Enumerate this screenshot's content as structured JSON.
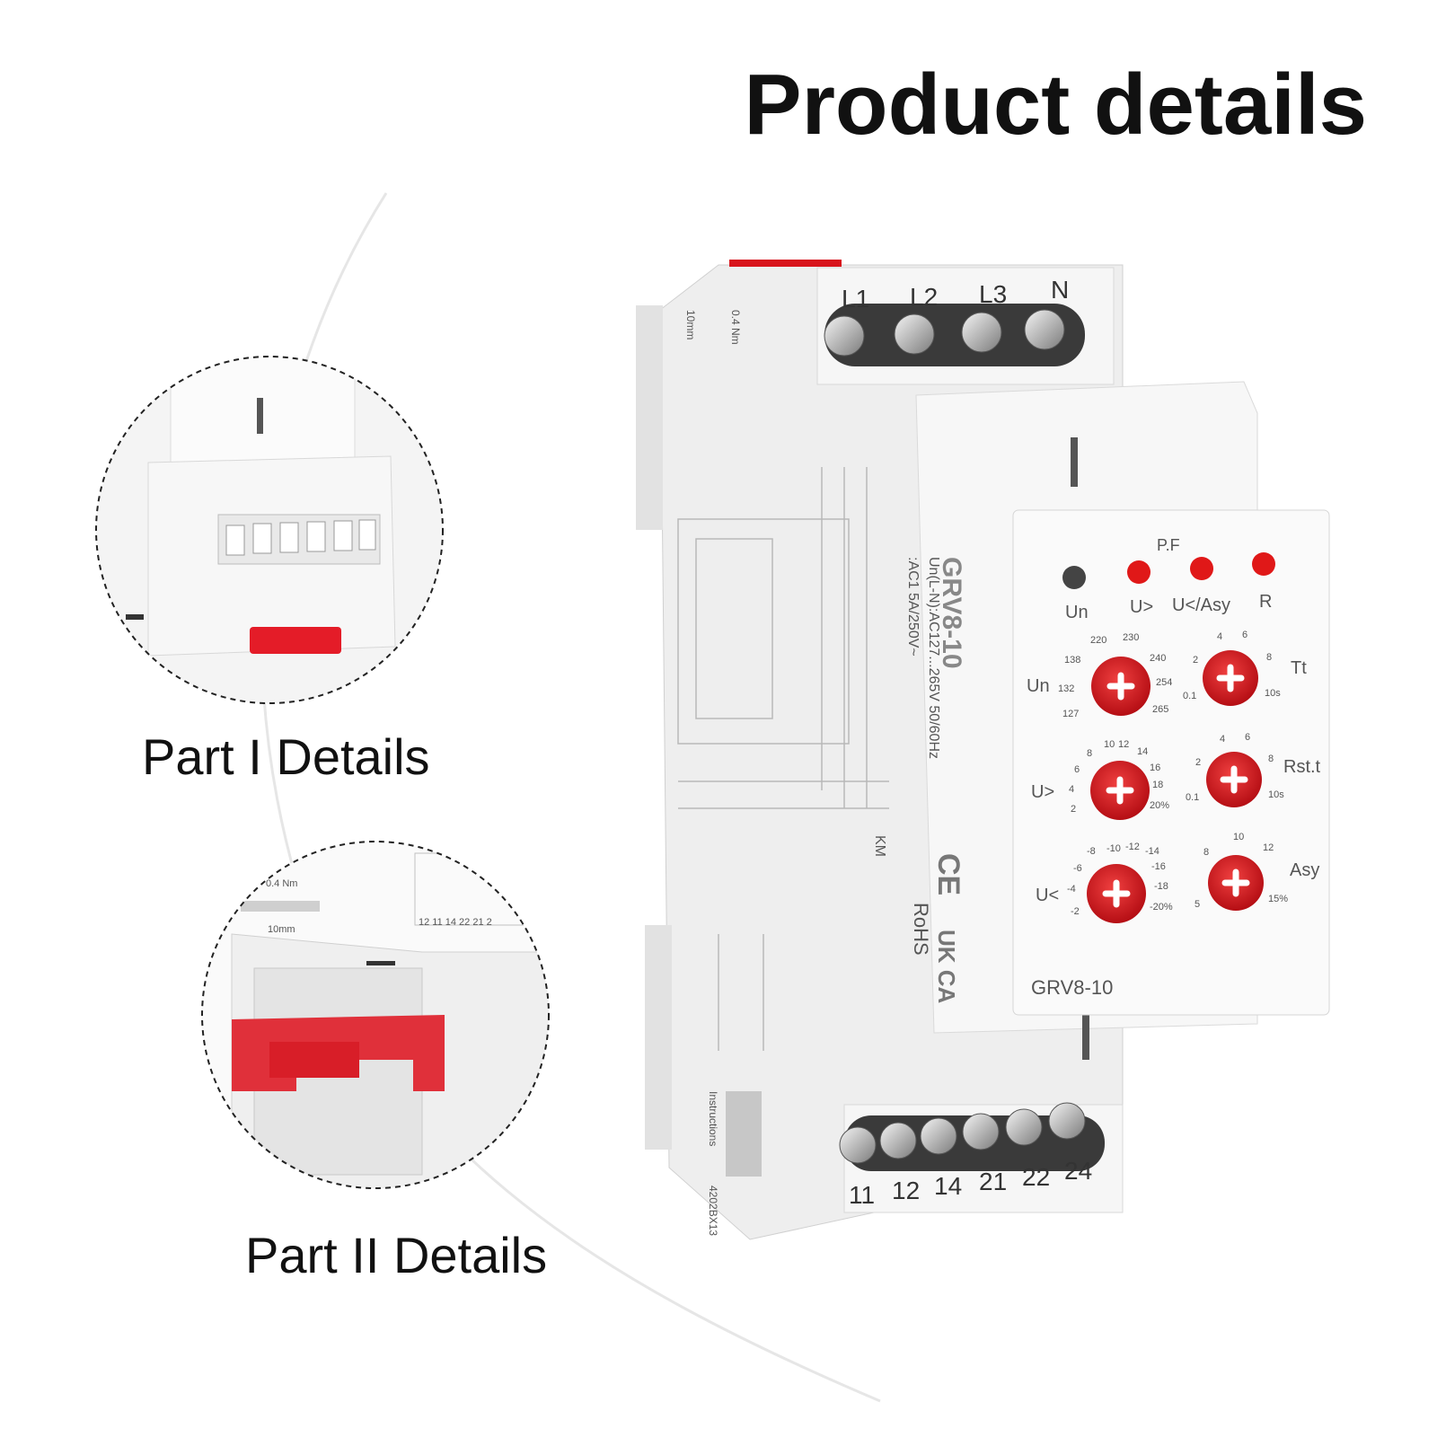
{
  "header": {
    "title": "Product details"
  },
  "captions": {
    "part1": "Part I Details",
    "part2": "Part II Details"
  },
  "device": {
    "top_terminals": [
      "L1",
      "L2",
      "L3",
      "N"
    ],
    "bottom_terminals": [
      "11",
      "12",
      "14",
      "21",
      "22",
      "24"
    ],
    "model": "GRV8-10",
    "side_model": "GRV8-10",
    "side_spec_1": "Un(L-N):AC127...265V 50/60Hz",
    "side_spec_2": ":AC1 5A/250V~",
    "torque": "0.4 Nm",
    "strip": "10mm",
    "rohs": "RoHS",
    "ce": "CE",
    "ukca": "UK CA",
    "km": "KM",
    "pf_label": "P.F",
    "led_labels": [
      "Un",
      "U>",
      "U</Asy",
      "R"
    ],
    "knob_labels": {
      "un": "Un",
      "u_over": "U>",
      "u_under": "U<",
      "tt": "Tt",
      "rst": "Rst.t",
      "asy": "Asy"
    },
    "un_scale": [
      "220",
      "230",
      "138",
      "240",
      "132",
      "254",
      "127",
      "265"
    ],
    "u_over_scale": [
      "10",
      "12",
      "8",
      "14",
      "6",
      "16",
      "4",
      "18",
      "2",
      "20%"
    ],
    "u_under_scale": [
      "-8",
      "-10",
      "-12",
      "-14",
      "-6",
      "-16",
      "-4",
      "-18",
      "-2",
      "-20%"
    ],
    "tt_scale": [
      "4",
      "6",
      "2",
      "8",
      "0.1",
      "10s"
    ],
    "rst_scale": [
      "4",
      "6",
      "2",
      "8",
      "0.1",
      "10s"
    ],
    "asy_scale": [
      "10",
      "8",
      "12",
      "5",
      "15%"
    ],
    "qr_label": "Instructions",
    "serial": "4202BX13",
    "detail2_torque": "0.4 Nm",
    "detail2_strip": "10mm",
    "detail2_terms": "12 11 14 22 21 2"
  },
  "colors": {
    "accent_red": "#d8141c",
    "led_red": "#e01818",
    "body_white": "#f3f3f3"
  }
}
